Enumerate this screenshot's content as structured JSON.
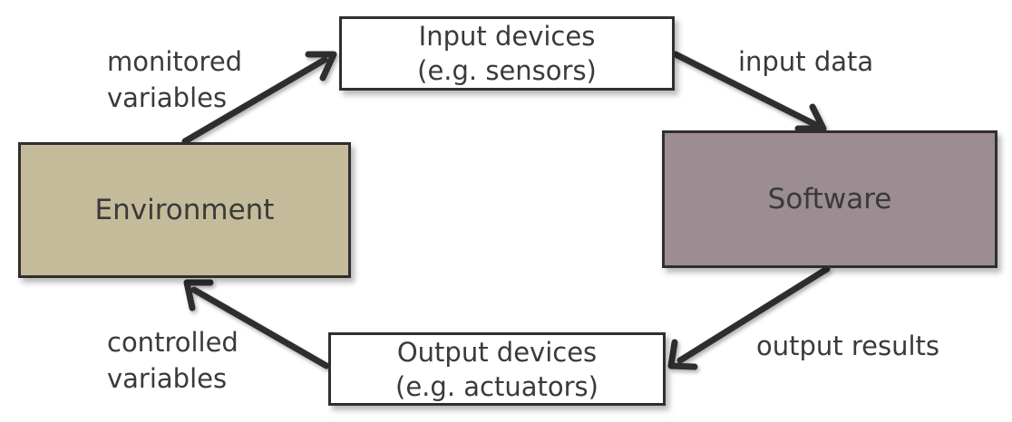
{
  "nodes": {
    "environment": {
      "label": "Environment",
      "fill": "#c4bb9a"
    },
    "software": {
      "label": "Software",
      "fill": "#9b8d91"
    },
    "input_devices": {
      "line1": "Input devices",
      "line2": "(e.g. sensors)"
    },
    "output_devices": {
      "line1": "Output devices",
      "line2": "(e.g. actuators)"
    }
  },
  "edges": {
    "monitored": {
      "line1": "monitored",
      "line2": "variables"
    },
    "input_data": {
      "label": "input data"
    },
    "output_results": {
      "label": "output results"
    },
    "controlled": {
      "line1": "controlled",
      "line2": "variables"
    }
  },
  "colors": {
    "stroke": "#2f2f2f",
    "text": "#3a3a3a"
  }
}
